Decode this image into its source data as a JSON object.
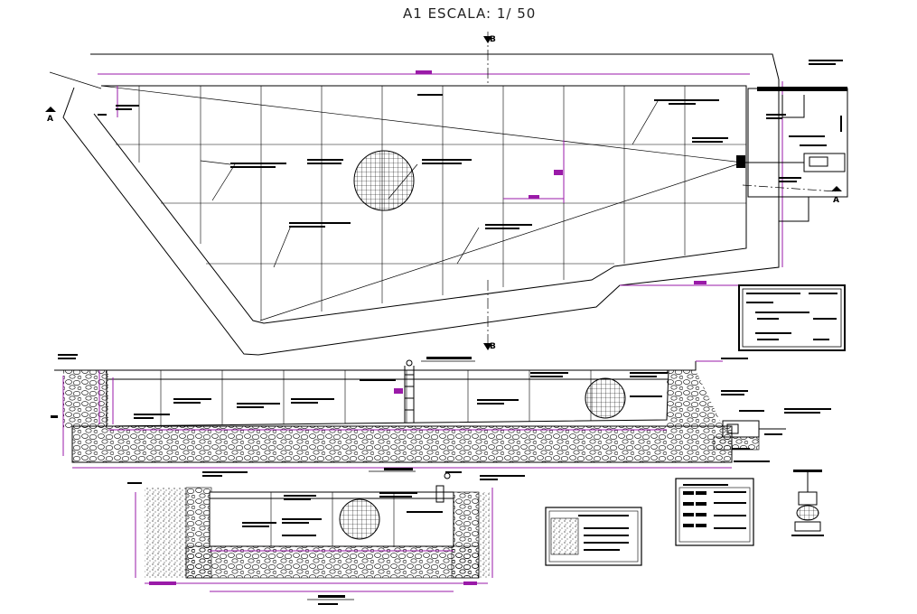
{
  "drawing": {
    "title": "A1 ESCALA: 1/ 50",
    "section_marks": {
      "b_top": "B",
      "b_bottom": "B",
      "a_left": "A",
      "a_right": "A"
    }
  },
  "colors": {
    "line": "#000000",
    "dimension": "#9a1aa8",
    "background": "#ffffff"
  }
}
